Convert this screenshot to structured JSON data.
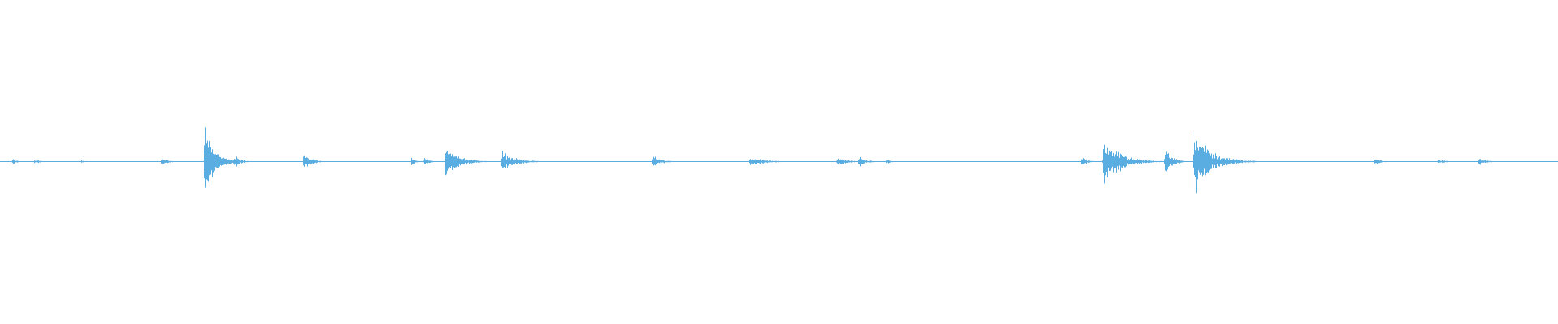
{
  "waveform": {
    "color": "#5aade0",
    "baseline_amplitude": 0.008,
    "events": [
      {
        "time": 0.008,
        "peak": 0.12,
        "decay": 0.002
      },
      {
        "time": 0.022,
        "peak": 0.06,
        "decay": 0.004
      },
      {
        "time": 0.052,
        "peak": 0.04,
        "decay": 0.003
      },
      {
        "time": 0.104,
        "peak": 0.1,
        "decay": 0.004
      },
      {
        "time": 0.131,
        "peak": 1.0,
        "decay": 0.006
      },
      {
        "time": 0.15,
        "peak": 0.18,
        "decay": 0.004
      },
      {
        "time": 0.195,
        "peak": 0.2,
        "decay": 0.005
      },
      {
        "time": 0.264,
        "peak": 0.1,
        "decay": 0.003
      },
      {
        "time": 0.272,
        "peak": 0.12,
        "decay": 0.003
      },
      {
        "time": 0.286,
        "peak": 0.4,
        "decay": 0.008
      },
      {
        "time": 0.322,
        "peak": 0.28,
        "decay": 0.008
      },
      {
        "time": 0.419,
        "peak": 0.18,
        "decay": 0.005
      },
      {
        "time": 0.481,
        "peak": 0.12,
        "decay": 0.01
      },
      {
        "time": 0.537,
        "peak": 0.12,
        "decay": 0.006
      },
      {
        "time": 0.551,
        "peak": 0.16,
        "decay": 0.004
      },
      {
        "time": 0.569,
        "peak": 0.06,
        "decay": 0.003
      },
      {
        "time": 0.694,
        "peak": 0.18,
        "decay": 0.003
      },
      {
        "time": 0.708,
        "peak": 0.7,
        "decay": 0.01
      },
      {
        "time": 0.748,
        "peak": 0.42,
        "decay": 0.004
      },
      {
        "time": 0.766,
        "peak": 0.9,
        "decay": 0.01
      },
      {
        "time": 0.882,
        "peak": 0.1,
        "decay": 0.004
      },
      {
        "time": 0.923,
        "peak": 0.06,
        "decay": 0.006
      },
      {
        "time": 0.949,
        "peak": 0.12,
        "decay": 0.004
      }
    ]
  }
}
